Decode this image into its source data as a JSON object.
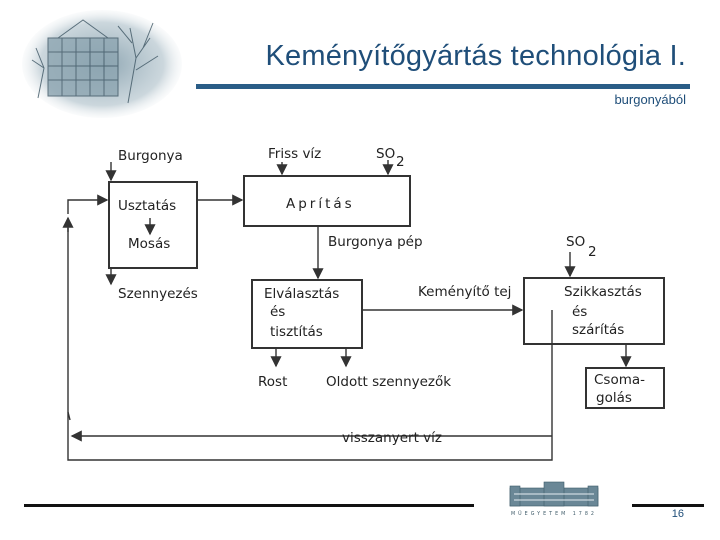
{
  "header": {
    "title": "Keményítőgyártás technológia I.",
    "subtitle": "burgonyából"
  },
  "diagram": {
    "burgonya": "Burgonya",
    "friss_viz": "Friss víz",
    "so2_top": "SO",
    "so2_top_sub": "2",
    "usztatas": "Usztatás",
    "aprites": "Aprítás",
    "mosas": "Mosás",
    "burgonya_pep": "Burgonya pép",
    "so2_right": "SO",
    "so2_right_sub": "2",
    "szennyezes": "Szennyezés",
    "elvalasztas_1": "Elválasztás",
    "elvalasztas_2": "és",
    "elvalasztas_3": "tisztítás",
    "kemenyito_tej": "Keményítő tej",
    "szikkasztas_1": "Szikkasztás",
    "szikkasztas_2": "és",
    "szikkasztas_3": "szárítás",
    "rost": "Rost",
    "oldott": "Oldott szennyezők",
    "csomagolas_1": "Csoma-",
    "csomagolas_2": "golás",
    "visszanyert_viz": "visszanyert víz"
  },
  "footer": {
    "page_number": "16",
    "logo_text": "MŰEGYETEM 1782"
  }
}
